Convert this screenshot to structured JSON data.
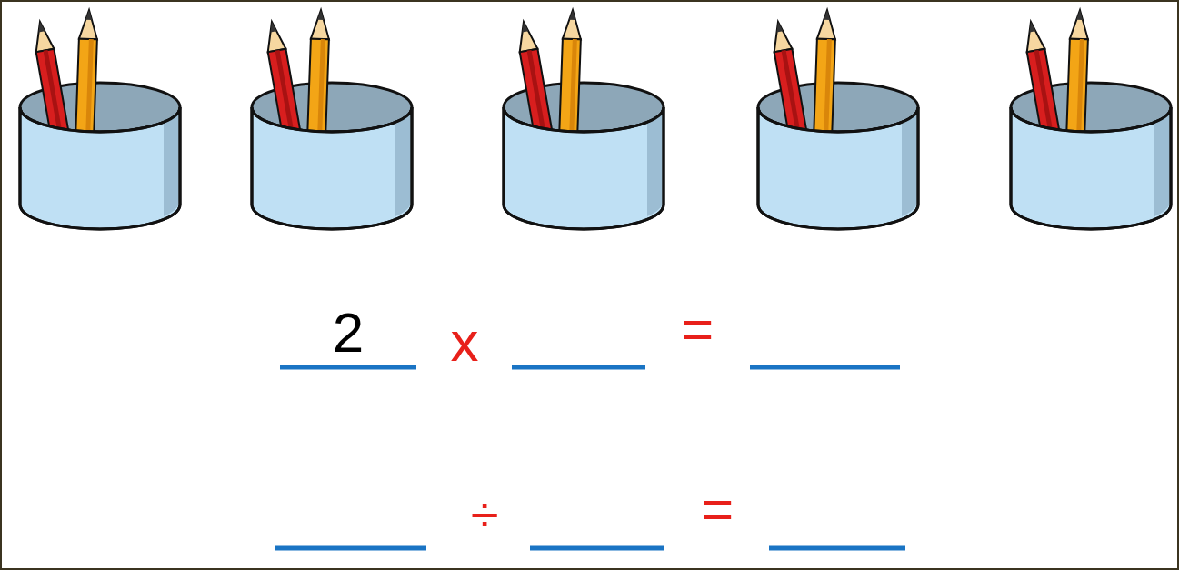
{
  "diagram": {
    "labels": [
      "2",
      "x",
      "=",
      "÷",
      "="
    ]
  }
}
